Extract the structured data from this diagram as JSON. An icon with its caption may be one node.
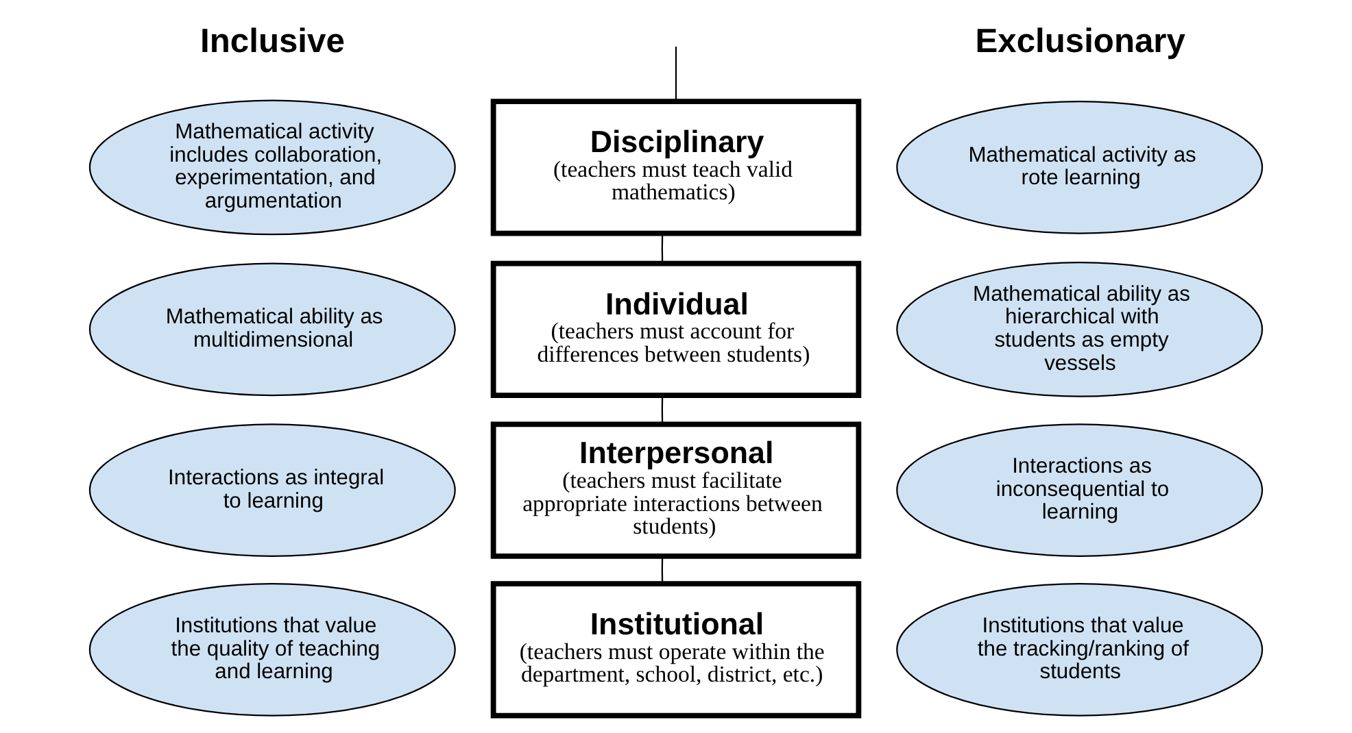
{
  "diagram": {
    "nodes": [
      {
        "text": [
          "Mathematical activity includes collaboration, experimentation, and argumentation"
        ]
      },
      {
        "text": [
          "Disciplinary",
          "(teachers must teach valid mathematics)"
        ]
      },
      {
        "text": [
          "Mathematical activity as rote learning"
        ]
      },
      {
        "text": [
          "Mathematical ability as multidimensional"
        ]
      },
      {
        "text": [
          "Individual",
          "(teachers must account for differences between students)"
        ]
      },
      {
        "text": [
          "Mathematical ability as hierarchical with students as empty vessels"
        ]
      },
      {
        "text": [
          "Interactions as integral to learning"
        ]
      },
      {
        "text": [
          "Interpersonal",
          "(teachers must facilitate appropriate interactions between students)"
        ]
      },
      {
        "text": [
          "Interactions as inconsequential to learning"
        ]
      },
      {
        "text": [
          "Institutions that value the quality of teaching and learning"
        ]
      },
      {
        "text": [
          "Institutional",
          "(teachers must operate within the department, school, district, etc.)"
        ]
      },
      {
        "text": [
          "Institutions that value the tracking/ranking of students"
        ]
      }
    ],
    "edges": [
      {
        "from": null,
        "to": 1,
        "arrow": "none"
      },
      {
        "from": 1,
        "to": 4,
        "arrow": "none"
      },
      {
        "from": 4,
        "to": 7,
        "arrow": "none"
      },
      {
        "from": 7,
        "to": 10,
        "arrow": "none"
      }
    ],
    "labels": [
      "Inclusive",
      "Exclusionary"
    ]
  }
}
